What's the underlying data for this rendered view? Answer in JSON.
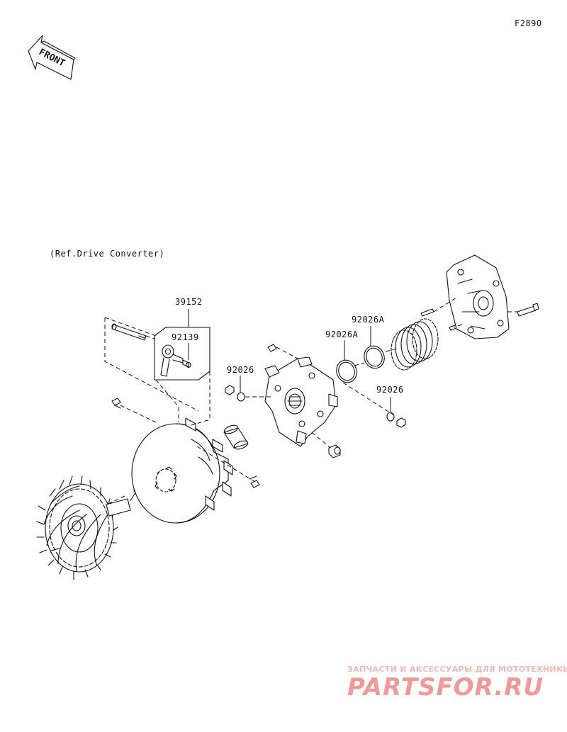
{
  "figure_code": "F2890",
  "front_label": "FRONT",
  "ref_note": "(Ref.Drive Converter)",
  "part_labels": {
    "p39152": "39152",
    "p92139": "92139",
    "p92026_left": "92026",
    "p92026A_inner": "92026A",
    "p92026A_outer": "92026A",
    "p92026_right": "92026"
  },
  "watermark": {
    "tagline": "ЗАПЧАСТИ И АКСЕССУАРЫ ДЛЯ МОТОТЕХНИКИ",
    "logo": "PARTSFOR.RU",
    "tagline_color": "#f2b8b8",
    "logo_color": "#ee9a9a"
  }
}
